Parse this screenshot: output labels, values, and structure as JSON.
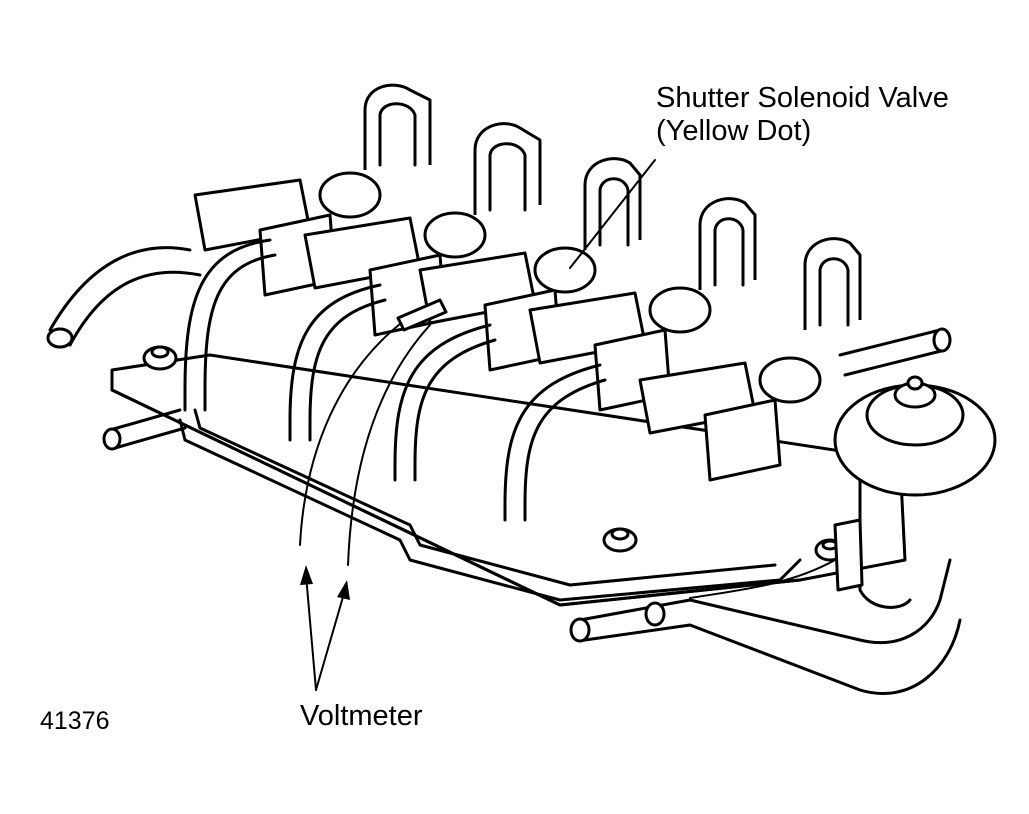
{
  "callouts": {
    "valve_line1": "Shutter Solenoid Valve",
    "valve_line2": "(Yellow Dot)",
    "voltmeter": "Voltmeter"
  },
  "figure_number": "41376",
  "colors": {
    "ink": "#000000",
    "paper": "#ffffff"
  },
  "parts": {
    "solenoid_valve_count": 5,
    "meter_lead_count": 2,
    "bracket_bolt_count": 3
  }
}
